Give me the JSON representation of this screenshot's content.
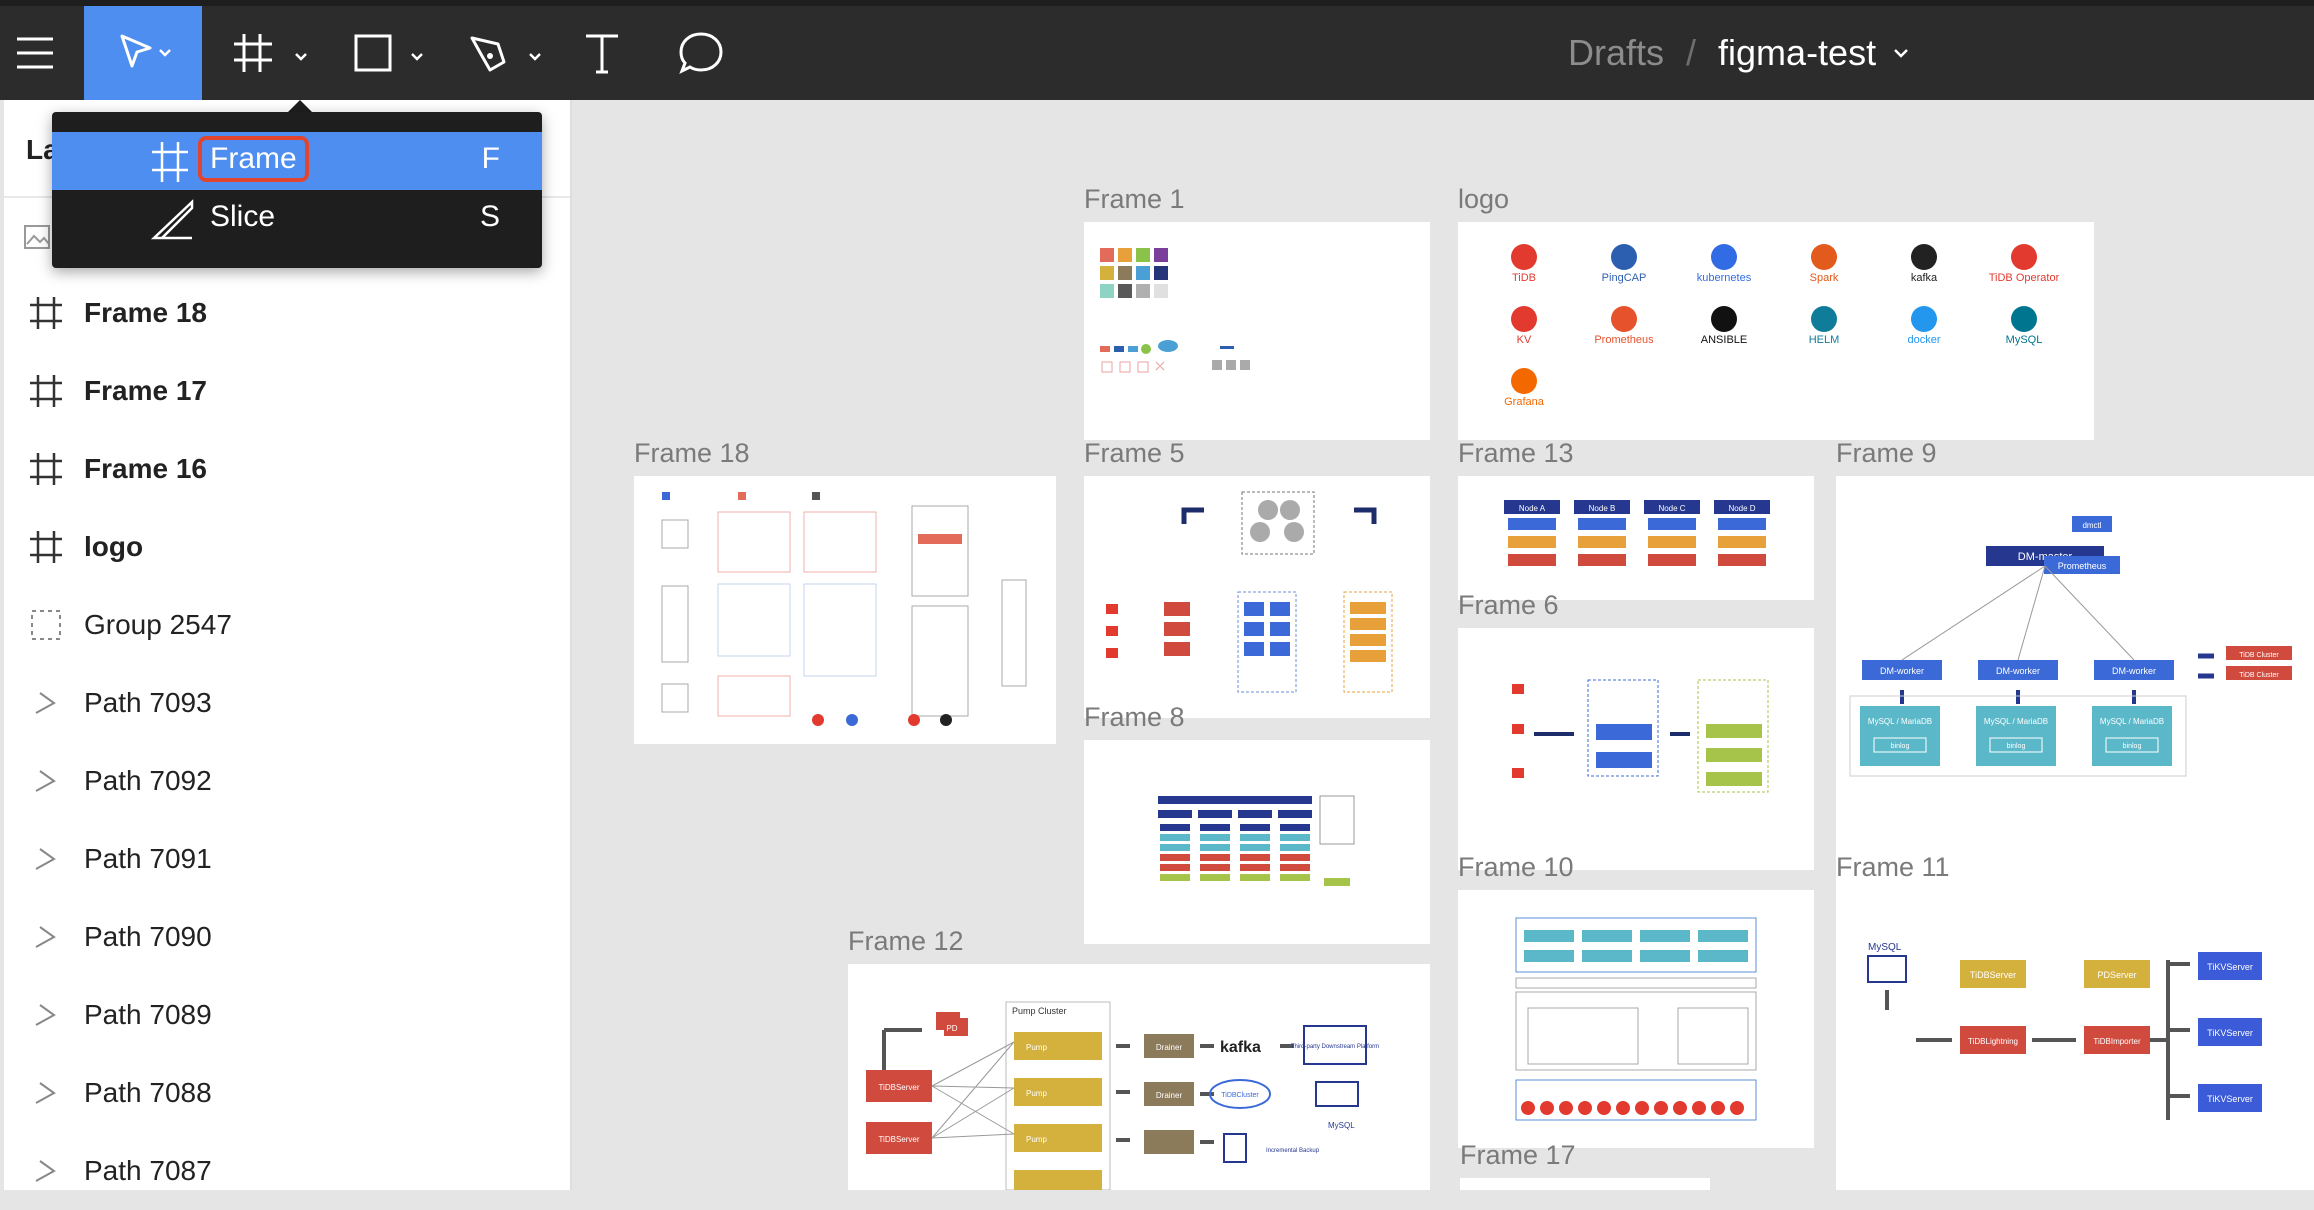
{
  "toolbar": {
    "tools": [
      {
        "name": "move-tool",
        "active": true
      },
      {
        "name": "frame-tool"
      },
      {
        "name": "shape-tool"
      },
      {
        "name": "pen-tool"
      },
      {
        "name": "text-tool"
      },
      {
        "name": "comment-tool"
      }
    ]
  },
  "breadcrumb": {
    "folder": "Drafts",
    "separator": "/",
    "file": "figma-test"
  },
  "panel": {
    "header": "La"
  },
  "frame_menu": {
    "items": [
      {
        "label": "Frame",
        "shortcut": "F",
        "icon": "frame-icon",
        "selected": true
      },
      {
        "label": "Slice",
        "shortcut": "S",
        "icon": "slice-icon",
        "selected": false
      }
    ]
  },
  "layers": [
    {
      "name": "Frame 18",
      "icon": "frame-icon",
      "bold": true
    },
    {
      "name": "Frame 17",
      "icon": "frame-icon",
      "bold": true
    },
    {
      "name": "Frame 16",
      "icon": "frame-icon",
      "bold": true
    },
    {
      "name": "logo",
      "icon": "frame-icon",
      "bold": true
    },
    {
      "name": "Group 2547",
      "icon": "group-icon",
      "bold": false
    },
    {
      "name": "Path 7093",
      "icon": "path-icon",
      "bold": false
    },
    {
      "name": "Path 7092",
      "icon": "path-icon",
      "bold": false
    },
    {
      "name": "Path 7091",
      "icon": "path-icon",
      "bold": false
    },
    {
      "name": "Path 7090",
      "icon": "path-icon",
      "bold": false
    },
    {
      "name": "Path 7089",
      "icon": "path-icon",
      "bold": false
    },
    {
      "name": "Path 7088",
      "icon": "path-icon",
      "bold": false
    },
    {
      "name": "Path 7087",
      "icon": "path-icon",
      "bold": false
    }
  ],
  "canvas": {
    "frames": [
      {
        "label": "Frame 1"
      },
      {
        "label": "logo"
      },
      {
        "label": "Frame 18"
      },
      {
        "label": "Frame 5"
      },
      {
        "label": "Frame 13"
      },
      {
        "label": "Frame 9"
      },
      {
        "label": "Frame 6"
      },
      {
        "label": "Frame 8"
      },
      {
        "label": "Frame 10"
      },
      {
        "label": "Frame 11"
      },
      {
        "label": "Frame 12"
      },
      {
        "label": "Frame 17"
      }
    ],
    "logo_names": [
      "TiDB",
      "PingCAP",
      "kubernetes",
      "Spark",
      "kafka",
      "TiDB Operator",
      "KV",
      "Prometheus",
      "ANSIBLE",
      "HELM",
      "docker",
      "MySQL",
      "Grafana"
    ],
    "frame9": {
      "master": "DM-master",
      "worker": "DM-worker",
      "prometheus": "Prometheus",
      "dmctl": "dmctl",
      "tidb": "TiDB Cluster",
      "mysql": "MySQL / MariaDB",
      "binlog": "binlog"
    },
    "frame11": {
      "mysql": "MySQL",
      "tidb_server": "TiDBServer",
      "pd_server": "PDServer",
      "tikv_server": "TiKVServer",
      "lightning": "TiDBLightning",
      "importer": "TiDBImporter"
    },
    "frame12": {
      "pump_cluster": "Pump Cluster",
      "pd": "PD",
      "tidb": "TiDBServer",
      "pump": "Pump",
      "drainer": "Drainer",
      "kafka": "kafka",
      "third_party": "Third-party Downstream Platform",
      "tidb_cluster": "TiDBCluster",
      "mysql": "MySQL",
      "incremental": "Incremental Backup"
    },
    "frame13": {
      "nodes": [
        "Node A",
        "Node B",
        "Node C",
        "Node D"
      ]
    }
  },
  "colors": {
    "toolbar": "#2c2c2c",
    "accent": "#4d8ef0",
    "highlight": "#e2452f",
    "canvas": "#e5e5e5"
  }
}
